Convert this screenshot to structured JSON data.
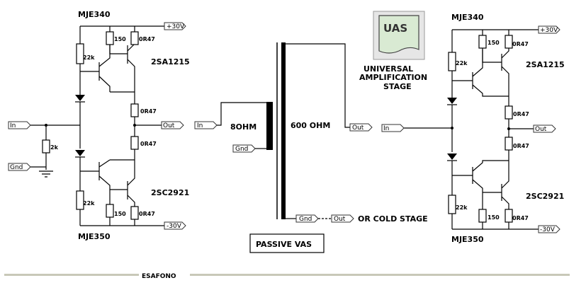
{
  "left_amp": {
    "top_driver": "MJE340",
    "bottom_driver": "MJE350",
    "top_output": "2SA1215",
    "bottom_output": "2SC2921",
    "pos_rail": "+30V",
    "neg_rail": "-30V",
    "in": "In",
    "gnd": "Gnd",
    "out": "Out",
    "r_bias_top": "22k",
    "r_bias_bottom": "22k",
    "r_in": "2k",
    "r_top_150": "150",
    "r_bot_150": "150",
    "r_top_0r47": "0R47",
    "r_mid_top": "0R47",
    "r_mid_bot": "0R47",
    "r_bot_0r47": "0R47"
  },
  "transformer": {
    "in": "In",
    "gnd": "Gnd",
    "primary": "8OHM",
    "secondary": "600 OHM",
    "out_top": "Out",
    "gnd_bottom": "Gnd",
    "out_bottom": "Out",
    "alt_label": "OR COLD STAGE",
    "box_label": "PASSIVE VAS"
  },
  "uas": {
    "logo_text": "UAS",
    "title_line1": "UNIVERSAL",
    "title_line2": "AMPLIFICATION",
    "title_line3": "STAGE"
  },
  "right_amp": {
    "top_driver": "MJE340",
    "bottom_driver": "MJE350",
    "top_output": "2SA1215",
    "bottom_output": "2SC2921",
    "pos_rail": "+30V",
    "neg_rail": "-30V",
    "in": "In",
    "out": "Out",
    "r_bias_top": "22k",
    "r_bias_bottom": "22k",
    "r_top_150": "150",
    "r_bot_150": "150",
    "r_top_0r47": "0R47",
    "r_mid_top": "0R47",
    "r_mid_bot": "0R47",
    "r_bot_0r47": "0R47"
  },
  "footer": {
    "label": "ESAFONO"
  }
}
